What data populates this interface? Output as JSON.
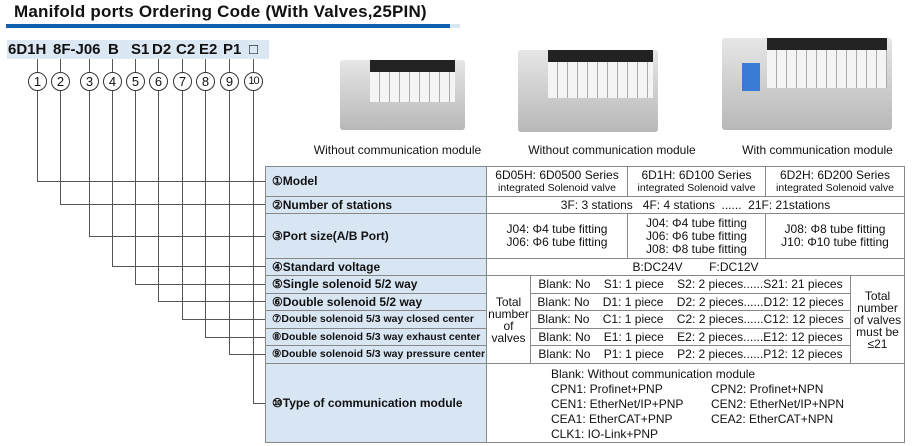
{
  "title": "Manifold ports Ordering Code (With Valves,25PIN)",
  "code": [
    "6D1H",
    "8F-J06",
    "B",
    "S1",
    "D2",
    "C2",
    "E2",
    "P1",
    "□"
  ],
  "circles": [
    "1",
    "2",
    "3",
    "4",
    "5",
    "6",
    "7",
    "8",
    "9",
    "10"
  ],
  "photos": [
    "Without communication module",
    "Without communication module",
    "With communication module"
  ],
  "rows": {
    "model": {
      "label": "①Model",
      "values": [
        [
          "6D05H: 6D0500 Series",
          "integrated Solenoid valve"
        ],
        [
          "6D1H: 6D100 Series",
          "integrated Solenoid valve"
        ],
        [
          "6D2H: 6D200 Series",
          "integrated Solenoid valve"
        ]
      ]
    },
    "stations": {
      "label": "②Number of stations",
      "value": "3F: 3 stations   4F: 4 stations  ......  21F: 21stations"
    },
    "port": {
      "label": "③Port size(A/B Port)",
      "values": [
        [
          "J04: Φ4 tube fitting",
          "J06: Φ6 tube fitting"
        ],
        [
          "J04: Φ4 tube fitting",
          "J06: Φ6 tube fitting",
          "J08: Φ8 tube fitting"
        ],
        [
          "J08: Φ8 tube fitting",
          "J10: Φ10 tube fitting"
        ]
      ]
    },
    "voltage": {
      "label": "④Standard voltage",
      "value": "B:DC24V        F:DC12V"
    },
    "valves": {
      "left": "Total number of valves",
      "right": "Total number of valves must be ≤21",
      "items": [
        {
          "label": "⑤Single solenoid 5/2 way",
          "value": "Blank: No    S1: 1 piece    S2: 2 pieces......S21: 21 pieces"
        },
        {
          "label": "⑥Double solenoid 5/2 way",
          "value": "Blank: No    D1: 1 piece    D2: 2 pieces......D12: 12 pieces"
        },
        {
          "label": "⑦Double solenoid 5/3 way closed center",
          "value": "Blank: No    C1: 1 piece    C2: 2 pieces......C12: 12 pieces"
        },
        {
          "label": "⑧Double solenoid 5/3 way exhaust center",
          "value": "Blank: No    E1: 1 piece    E2: 2 pieces......E12: 12 pieces"
        },
        {
          "label": "⑨Double solenoid 5/3 way pressure center",
          "value": "Blank: No    P1: 1 piece    P2: 2 pieces......P12: 12 pieces"
        }
      ]
    },
    "comm": {
      "label": "⑩Type of communication module",
      "blank": "Blank: Without communication module",
      "pairs": [
        [
          "CPN1: Profinet+PNP",
          "CPN2: Profinet+NPN"
        ],
        [
          "CEN1: EtherNet/IP+PNP",
          "CEN2: EtherNet/IP+NPN"
        ],
        [
          "CEA1: EtherCAT+PNP",
          "CEA2: EtherCAT+NPN"
        ]
      ],
      "last": "CLK1: IO-Link+PNP"
    }
  }
}
